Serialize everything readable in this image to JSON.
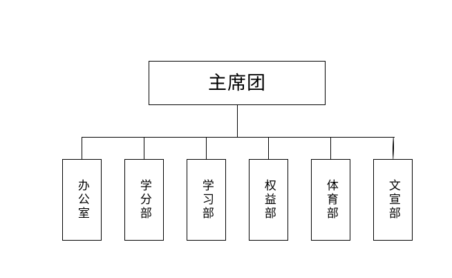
{
  "diagram": {
    "type": "organizational-chart",
    "orientation": "top-down",
    "background_color": "#ffffff",
    "line_color": "#000000",
    "text_color": "#000000",
    "root": {
      "label": "主席团",
      "text_direction": "horizontal"
    },
    "children": [
      {
        "label": "办公室",
        "text_direction": "vertical"
      },
      {
        "label": "学分部",
        "text_direction": "vertical"
      },
      {
        "label": "学习部",
        "text_direction": "vertical"
      },
      {
        "label": "权益部",
        "text_direction": "vertical"
      },
      {
        "label": "体育部",
        "text_direction": "vertical"
      },
      {
        "label": "文宣部",
        "text_direction": "vertical"
      }
    ]
  }
}
